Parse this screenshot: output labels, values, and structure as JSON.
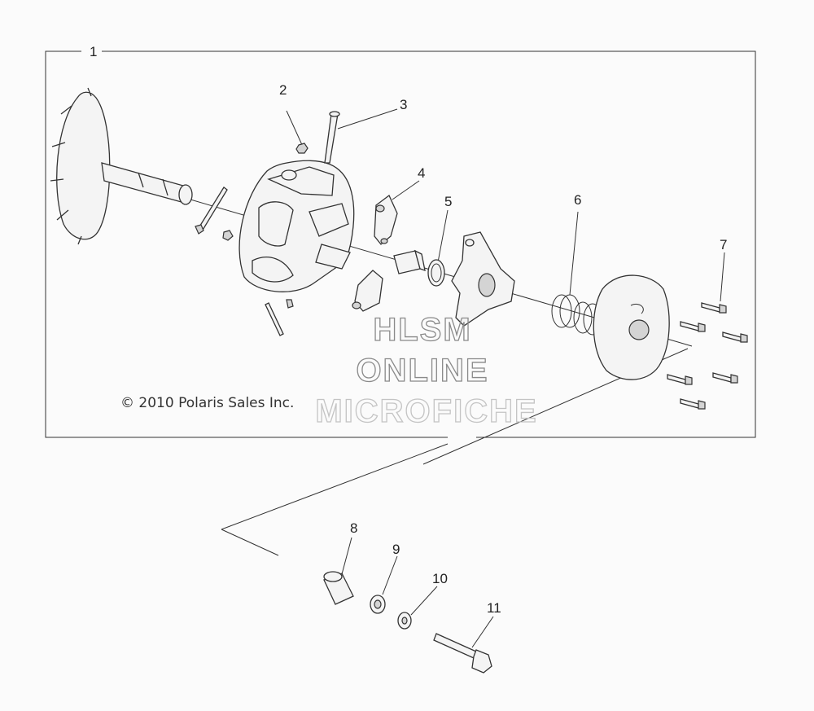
{
  "diagram": {
    "callouts": [
      "1",
      "2",
      "3",
      "4",
      "5",
      "6",
      "7",
      "8",
      "9",
      "10",
      "11"
    ],
    "copyright": "© 2010 Polaris Sales Inc.",
    "watermark": [
      "HLSM",
      "ONLINE",
      "MICROFICHE"
    ]
  }
}
